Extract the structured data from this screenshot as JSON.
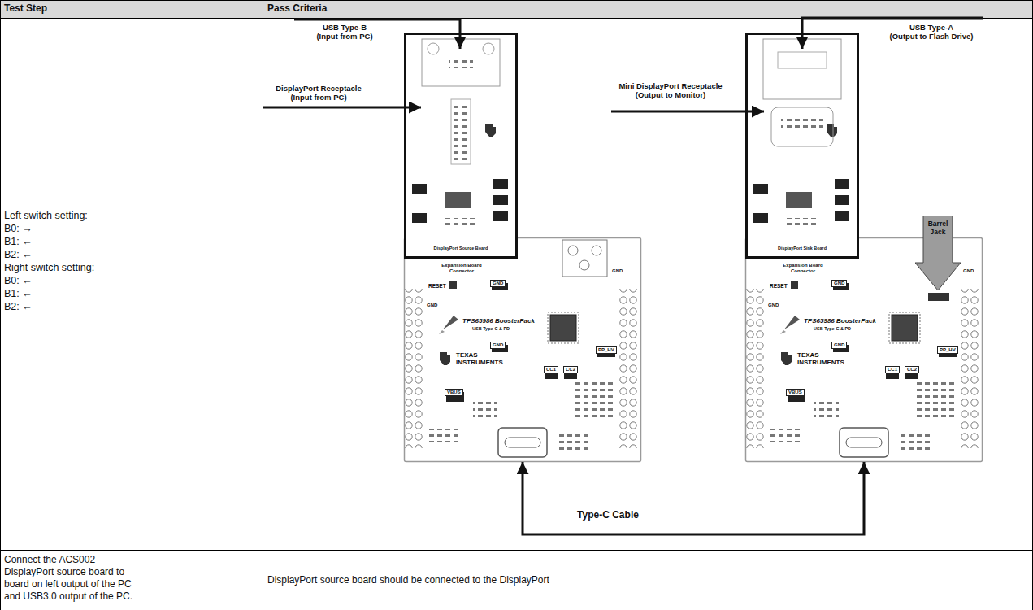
{
  "diagram": {
    "nodes": [
      {
        "text": [
          "DisplayPort Source Board"
        ]
      },
      {
        "text": [
          "Expansion Board Connector",
          "RESET",
          "GND",
          "GND",
          "TPS65986 BoosterPack",
          "USB Type-C & PD",
          "GND",
          "TEXAS INSTRUMENTS",
          "PP_HV",
          "CC1",
          "CC2",
          "VBUS",
          "GND"
        ]
      },
      {
        "text": [
          "DisplayPort Sink Board"
        ]
      },
      {
        "text": [
          "Expansion Board Connector",
          "RESET",
          "GND",
          "GND",
          "TPS65986 BoosterPack",
          "USB Type-C & PD",
          "GND",
          "TEXAS INSTRUMENTS",
          "PP_HV",
          "CC1",
          "CC2",
          "VBUS",
          "GND"
        ]
      },
      {
        "text": [
          "Barrel Jack"
        ]
      }
    ],
    "edges": [
      {
        "from": 1,
        "to": 3,
        "arrow": "both",
        "label": "Type-C Cable"
      }
    ],
    "labels": [
      "Test Step",
      "Pass Criteria",
      "Left switch setting:",
      "B0: →",
      "B1: ←",
      "B2: ←",
      "Right switch setting:",
      "B0: ←",
      "B1: ←",
      "B2: ←",
      "USB Type-B",
      "(Input from PC)",
      "DisplayPort Receptacle",
      "(Input from PC)",
      "Mini DisplayPort Receptacle",
      "(Output to Monitor)",
      "USB Type-A",
      "(Output to Flash Drive)",
      "Connect the ACS002 DisplayPort source board to board on left output of the PC and USB3.0 output of the PC.",
      "DisplayPort source board should be connected to the DisplayPort"
    ]
  }
}
